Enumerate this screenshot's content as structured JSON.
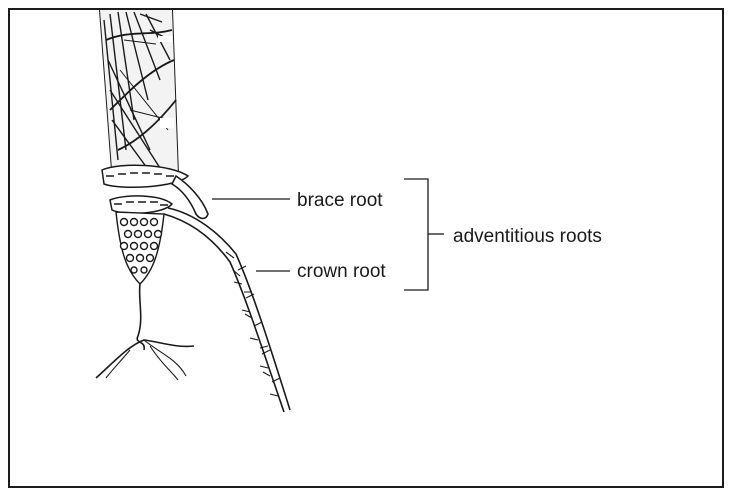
{
  "labels": {
    "brace_root": "brace root",
    "crown_root": "crown root",
    "adventitious_roots": "adventitious roots"
  },
  "colors": {
    "ink": "#1a1a1a",
    "paper": "#ffffff"
  }
}
